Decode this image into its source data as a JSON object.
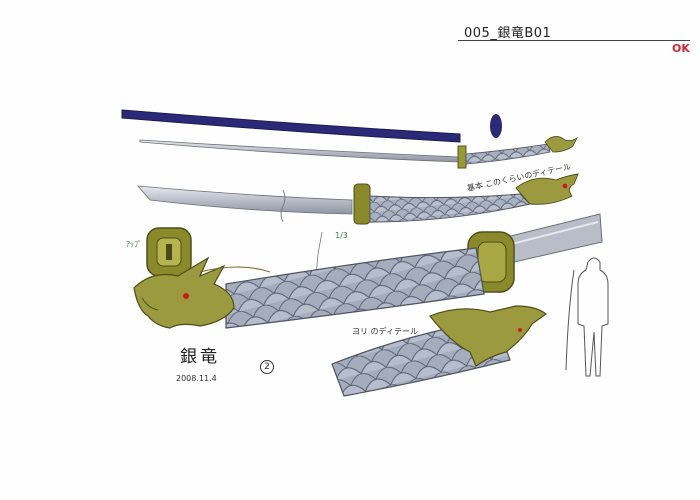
{
  "header": {
    "title": "005_銀竜B01",
    "status": "OK",
    "status_color": "#d2262a"
  },
  "notes": {
    "note_1": "基本 このくらいのディテール",
    "note_2": "ヨリ のディテール",
    "note_3": "1/3",
    "note_4": "ｱｯﾌﾟ"
  },
  "caption": {
    "name": "銀竜",
    "number": "2",
    "date": "2008.11.4"
  },
  "colors": {
    "scabbard": "#2a2a78",
    "blade": "#c9cdd6",
    "scale_body": "#a9b0bf",
    "scale_line": "#5f6676",
    "gold": "#8a8a2a",
    "gold_light": "#c4c25a",
    "eye": "#c81e1e"
  },
  "icons": [
    "scabbard-icon",
    "katana-icon",
    "dragon-hilt-icon",
    "tsuba-icon",
    "figure-icon"
  ]
}
